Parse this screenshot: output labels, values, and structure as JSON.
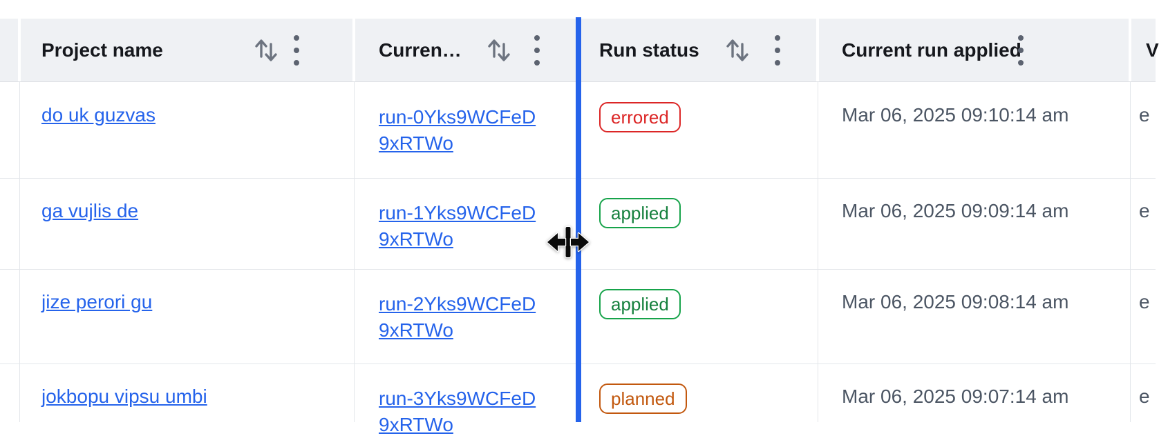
{
  "header": {
    "columns": [
      {
        "label": "Project name",
        "has_sort": true,
        "has_menu": true
      },
      {
        "label": "Curren…",
        "has_sort": true,
        "has_menu": true
      },
      {
        "label": "Run status",
        "has_sort": true,
        "has_menu": true
      },
      {
        "label": "Current run applied",
        "has_sort": false,
        "has_menu": true
      },
      {
        "label": "V",
        "has_sort": false,
        "has_menu": false
      }
    ]
  },
  "rows": [
    {
      "project_name": "do uk guzvas",
      "run_id": "run-0Yks9WCFeD9xRTWo",
      "run_id_lines": [
        "run-0Yks9WCFeD",
        "9xRTWo"
      ],
      "run_status": "errored",
      "current_run_applied": "Mar 06, 2025 09:10:14 am",
      "last_col_text": "e"
    },
    {
      "project_name": "ga vujlis de",
      "run_id": "run-1Yks9WCFeD9xRTWo",
      "run_id_lines": [
        "run-1Yks9WCFeD",
        "9xRTWo"
      ],
      "run_status": "applied",
      "current_run_applied": "Mar 06, 2025 09:09:14 am",
      "last_col_text": "e"
    },
    {
      "project_name": "jize perori gu",
      "run_id": "run-2Yks9WCFeD9xRTWo",
      "run_id_lines": [
        "run-2Yks9WCFeD",
        "9xRTWo"
      ],
      "run_status": "applied",
      "current_run_applied": "Mar 06, 2025 09:08:14 am",
      "last_col_text": "e"
    },
    {
      "project_name": "jokbopu vipsu umbi",
      "run_id": "run-3Yks9WCFeD9xRTWo",
      "run_id_lines": [
        "run-3Yks9WCFeD",
        "9xRTWo"
      ],
      "run_status": "planned",
      "current_run_applied": "Mar 06, 2025 09:07:14 am",
      "last_col_text": "e"
    }
  ],
  "colors": {
    "link": "#2563eb",
    "resize_guide": "#2563eb",
    "status_errored": "#dc2626",
    "status_applied": "#16a34a",
    "status_planned": "#c2580e",
    "header_bg": "#eff1f4"
  }
}
